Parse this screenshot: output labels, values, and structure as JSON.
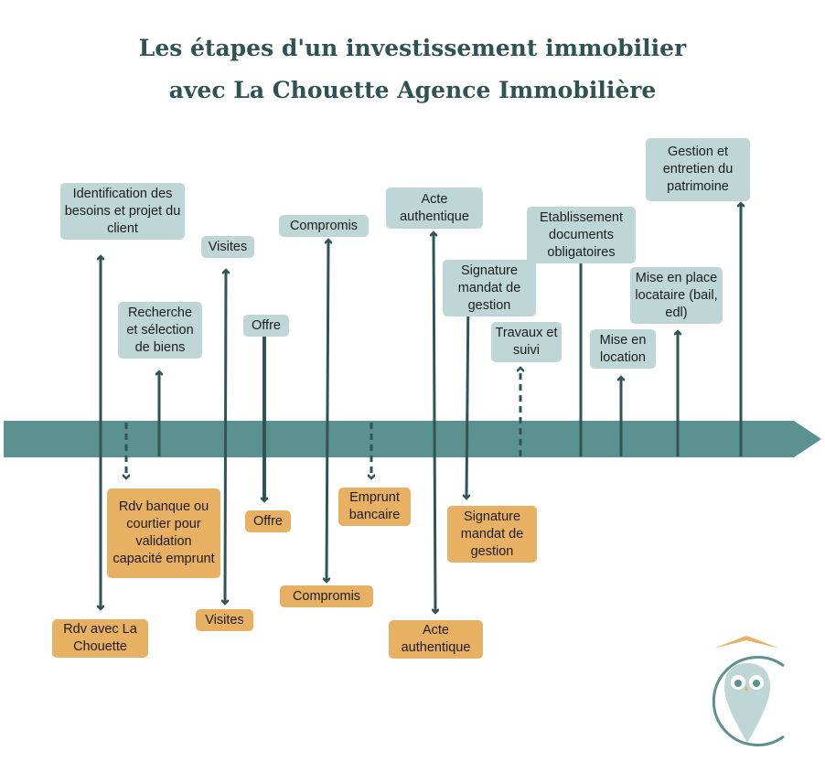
{
  "title": {
    "line1": "Les étapes d'un investissement immobilier",
    "line2": "avec La Chouette Agence Immobilière"
  },
  "colors": {
    "band": "#5b9191",
    "arrow": "#2f5555",
    "top_box": "#bfd6d6",
    "bottom_box": "#e8b062",
    "title": "#2f5353"
  },
  "top_labels": [
    "Identification des besoins et projet du client",
    "Recherche et sélection de biens",
    "Visites",
    "Offre",
    "Compromis",
    "Acte authentique",
    "Signature mandat de gestion",
    "Travaux et suivi",
    "Etablissement documents obligatoires",
    "Mise en location",
    "Mise en place locataire (bail, edl)",
    "Gestion et entretien du patrimoine"
  ],
  "bottom_labels": [
    "Rdv avec La Chouette",
    "Rdv banque ou courtier pour validation capacité emprunt",
    "Visites",
    "Offre",
    "Compromis",
    "Emprunt bancaire",
    "Acte authentique",
    "Signature mandat de gestion"
  ],
  "logo": {
    "icon": "owl-pin-logo"
  }
}
